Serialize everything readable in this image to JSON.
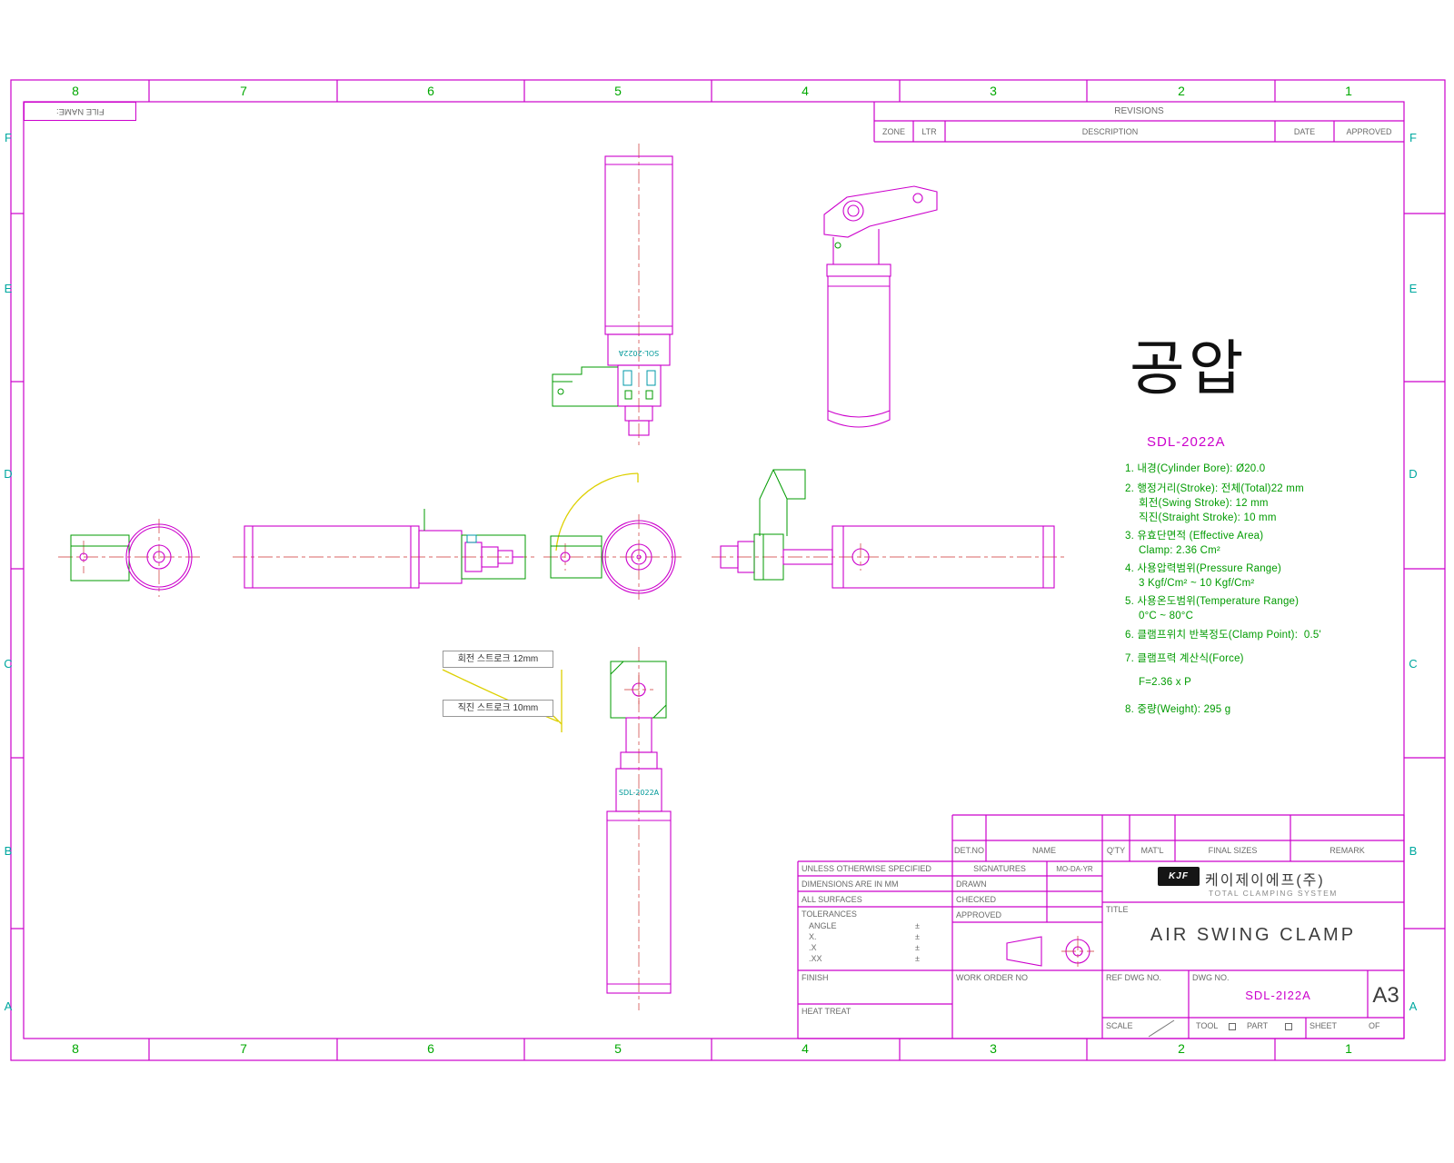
{
  "sheet": {
    "zones_top": [
      "8",
      "7",
      "6",
      "5",
      "4",
      "3",
      "2",
      "1"
    ],
    "zones_bottom": [
      "8",
      "7",
      "6",
      "5",
      "4",
      "3",
      "2",
      "1"
    ],
    "rows_left": [
      "F",
      "E",
      "D",
      "C",
      "B",
      "A"
    ],
    "rows_right": [
      "F",
      "E",
      "D",
      "C",
      "B",
      "A"
    ],
    "file_name_label": "FILE NAME:"
  },
  "revisions": {
    "title": "REVISIONS",
    "columns": [
      "ZONE",
      "LTR",
      "DESCRIPTION",
      "DATE",
      "APPROVED"
    ]
  },
  "product": {
    "heading": "공압",
    "model": "SDL-2022A"
  },
  "specs": [
    "1. 내경(Cylinder Bore): Ø20.0",
    "2. 행정거리(Stroke): 전체(Total)22 mm",
    "회전(Swing Stroke): 12 mm",
    "직진(Straight Stroke): 10 mm",
    "3. 유효단면적 (Effective Area)",
    "Clamp: 2.36 Cm²",
    "4. 사용압력범위(Pressure Range)",
    "3 Kgf/Cm² ~ 10 Kgf/Cm²",
    "5. 사용온도범위(Temperature Range)",
    "0°C ~ 80°C",
    "6. 클램프위치 반복정도(Clamp Point):  0.5'",
    "7. 클램프력 계산식(Force)",
    "F=2.36 x P",
    "8. 중량(Weight): 295 g"
  ],
  "drawing": {
    "top_view_label": "SOL-2022A",
    "bottom_view_label": "SDL-2022A",
    "swing_stroke_label": "회전 스트로크 12mm",
    "straight_stroke_label": "직진 스트로크 10mm"
  },
  "title_block": {
    "parts_header": {
      "det_no": "DET.NO",
      "name": "NAME",
      "qty": "Q'TY",
      "matl": "MAT'L",
      "final_sizes": "FINAL SIZES",
      "remark": "REMARK"
    },
    "notes": {
      "unless": "UNLESS OTHERWISE SPECIFIED",
      "dimensions": "DIMENSIONS ARE IN MM",
      "surfaces": "ALL SURFACES",
      "tolerances": "TOLERANCES",
      "tol_rows": [
        {
          "label": "ANGLE",
          "pm": "±"
        },
        {
          "label": "X.",
          "pm": "±"
        },
        {
          "label": ".X",
          "pm": "±"
        },
        {
          "label": ".XX",
          "pm": "±"
        }
      ],
      "finish": "FINISH",
      "heat_treat": "HEAT TREAT"
    },
    "signatures": {
      "title": "SIGNATURES",
      "date_header": "MO-DA-YR",
      "drawn": "DRAWN",
      "checked": "CHECKED",
      "approved": "APPROVED",
      "work_order": "WORK ORDER NO"
    },
    "company": {
      "logo": "KJF",
      "name": "케이제이에프(주)",
      "tagline": "TOTAL CLAMPING SYSTEM"
    },
    "title_label": "TITLE",
    "title_value": "AIR SWING CLAMP",
    "ref_dwg_label": "REF DWG NO.",
    "dwg_no_label": "DWG NO.",
    "dwg_no_value": "SDL-2I22A",
    "paper_size": "A3",
    "scale_label": "SCALE",
    "tool_label": "TOOL",
    "part_label": "PART",
    "sheet_label": "SHEET",
    "of_label": "OF"
  }
}
